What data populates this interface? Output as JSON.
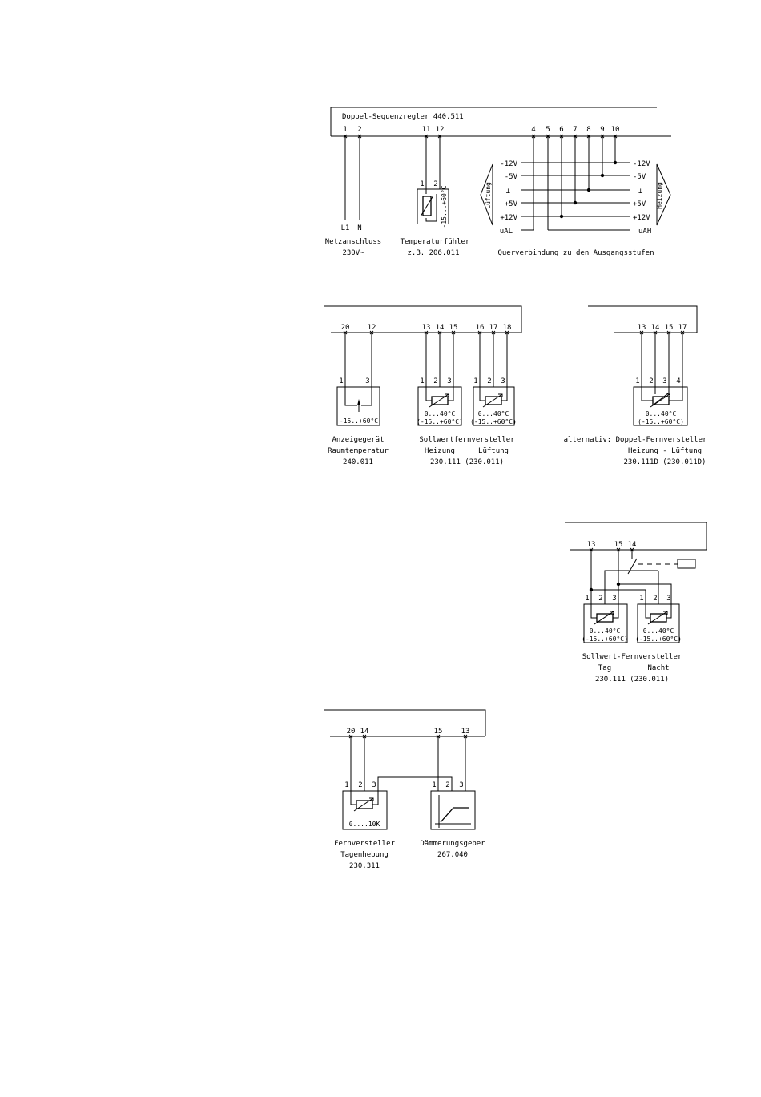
{
  "d1": {
    "title": "Doppel-Sequenzregler 440.511",
    "terms": {
      "t1": "1",
      "t2": "2",
      "t11": "11",
      "t12": "12",
      "t4": "4",
      "t5": "5",
      "t6": "6",
      "t7": "7",
      "t8": "8",
      "t9": "9",
      "t10": "10"
    },
    "mains": {
      "l1": "L1",
      "n": "N",
      "cap1": "Netzanschluss",
      "cap2": "230V~"
    },
    "sensor": {
      "p1": "1",
      "p2": "2",
      "range": "-15...+60°C",
      "cap1": "Temperaturfühler",
      "cap2": "z.B. 206.011"
    },
    "rails_left": [
      "-12V",
      "-5V",
      "⊥",
      "+5V",
      "+12V",
      "uAL"
    ],
    "rails_right": [
      "-12V",
      "-5V",
      "⊥",
      "+5V",
      "+12V",
      "uAH"
    ],
    "left_stage": "Lüftung",
    "right_stage": "Heizung",
    "cross_caption": "Querverbindung zu den Ausgangsstufen"
  },
  "d2": {
    "terms_a": {
      "t20": "20",
      "t12": "12"
    },
    "terms_b": {
      "t13": "13",
      "t14": "14",
      "t15": "15",
      "t16": "16",
      "t17": "17",
      "t18": "18"
    },
    "display": {
      "p1": "1",
      "p3": "3",
      "range": "-15..+60°C",
      "cap1": "Anzeigegerät",
      "cap2": "Raumtemperatur",
      "cap3": "240.011"
    },
    "pins123": {
      "p1": "1",
      "p2": "2",
      "p3": "3"
    },
    "setpoint": {
      "range1": "0...40°C",
      "range2": "(-15..+60°C)",
      "cap1": "Sollwertfernversteller",
      "cap2a": "Heizung",
      "cap2b": "Lüftung",
      "cap3": "230.111 (230.011)"
    }
  },
  "d3": {
    "terms": {
      "t13": "13",
      "t14": "14",
      "t15": "15",
      "t17": "17"
    },
    "pins": {
      "p1": "1",
      "p2": "2",
      "p3": "3",
      "p4": "4"
    },
    "range1": "0...40°C",
    "range2": "(-15..+60°C)",
    "cap1": "alternativ: Doppel-Fernversteller",
    "cap2": "Heizung - Lüftung",
    "cap3": "230.111D (230.011D)"
  },
  "d4": {
    "terms": {
      "t13": "13",
      "t15": "15",
      "t14": "14"
    },
    "pins": {
      "p1": "1",
      "p2": "2",
      "p3": "3"
    },
    "range1": "0...40°C",
    "range2": "(-15..+60°C)",
    "cap1": "Sollwert-Fernversteller",
    "cap2a": "Tag",
    "cap2b": "Nacht",
    "cap3": "230.111 (230.011)"
  },
  "d5": {
    "terms": {
      "t20": "20",
      "t14": "14",
      "t15": "15",
      "t13": "13"
    },
    "pins": {
      "p1": "1",
      "p2": "2",
      "p3": "3"
    },
    "range": "0....10K",
    "cap1a": "Fernversteller",
    "cap2a": "Tagenhebung",
    "cap3a": "230.311",
    "cap1b": "Dämmerungsgeber",
    "cap2b": "267.040"
  }
}
